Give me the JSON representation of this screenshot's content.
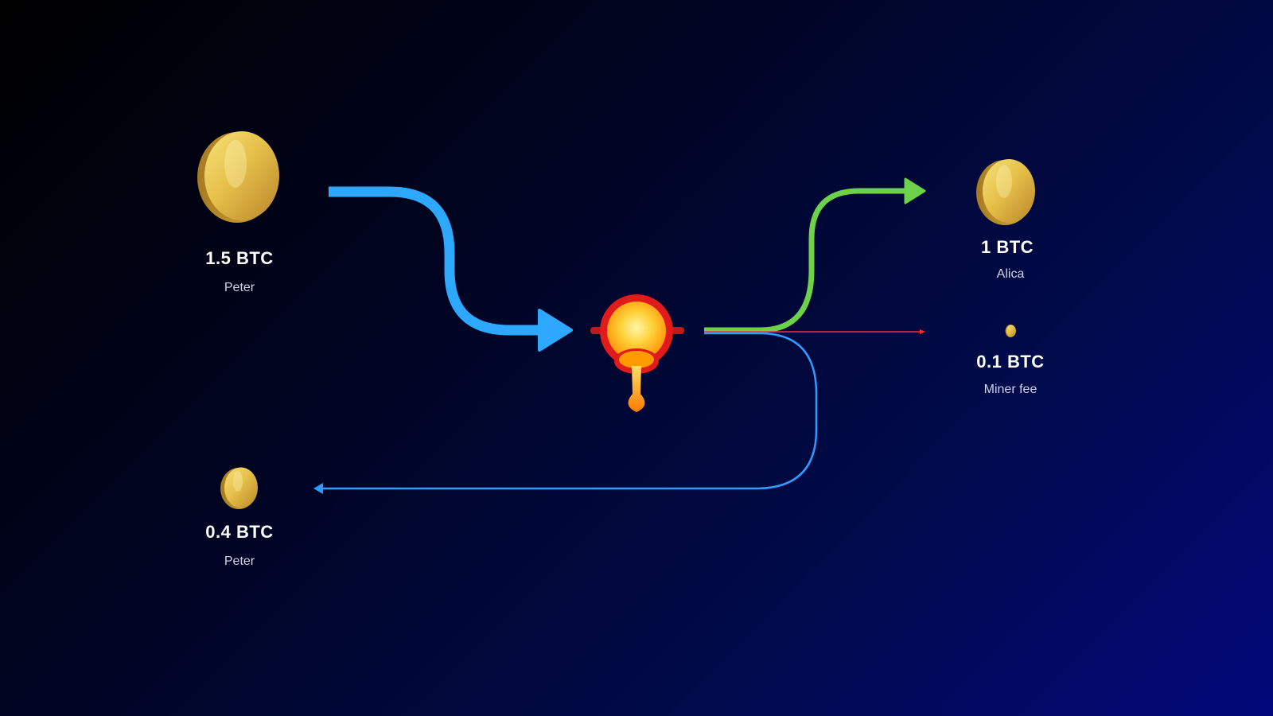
{
  "inputs": [
    {
      "amount": "1.5 BTC",
      "owner": "Peter"
    }
  ],
  "outputs": [
    {
      "amount": "1 BTC",
      "owner": "Alica"
    },
    {
      "amount": "0.1 BTC",
      "owner": "Miner fee"
    },
    {
      "amount": "0.4 BTC",
      "owner": "Peter"
    }
  ],
  "colors": {
    "input_arrow": "#2ea8ff",
    "recipient_arrow": "#6bd24a",
    "fee_arrow": "#ff2a2a",
    "change_arrow": "#2f9bff",
    "coin": "#e9c24a",
    "crucible": "#e11b1b"
  },
  "icons": {
    "coin": "gold-coin-icon",
    "melting": "melting-crucible-icon"
  }
}
